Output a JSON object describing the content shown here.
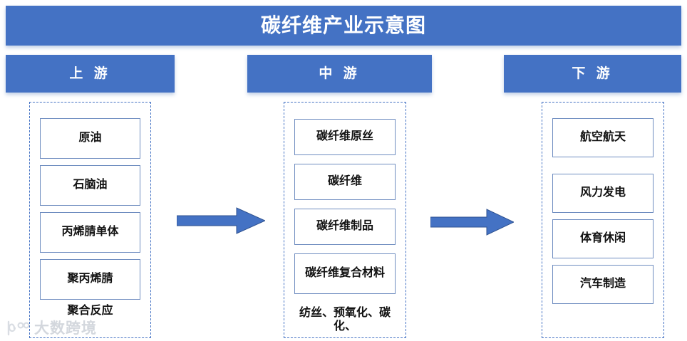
{
  "header": {
    "title": "碳纤维产业示意图"
  },
  "stages": [
    {
      "label": "上 游",
      "boxes": [
        "原油",
        "石脑油",
        "丙烯腈单体",
        "聚丙烯腈"
      ],
      "footnote": "聚合反应"
    },
    {
      "label": "中 游",
      "boxes": [
        "碳纤维原丝",
        "碳纤维",
        "碳纤维制品",
        "碳纤维复合材料"
      ],
      "footnote": "纺丝、预氧化、碳化、"
    },
    {
      "label": "下 游",
      "boxes": [
        "航空航天",
        "风力发电",
        "体育休闲",
        "汽车制造"
      ],
      "footnote": ""
    }
  ],
  "arrows": [
    {
      "name": "arrow-upstream-to-midstream"
    },
    {
      "name": "arrow-midstream-to-downstream"
    }
  ],
  "watermark": {
    "text": "大数跨境"
  },
  "colors": {
    "brand_blue": "#4472C4",
    "box_border": "#6F8DC0",
    "text_dark": "#111111",
    "watermark_gray": "#b9bfc9"
  }
}
